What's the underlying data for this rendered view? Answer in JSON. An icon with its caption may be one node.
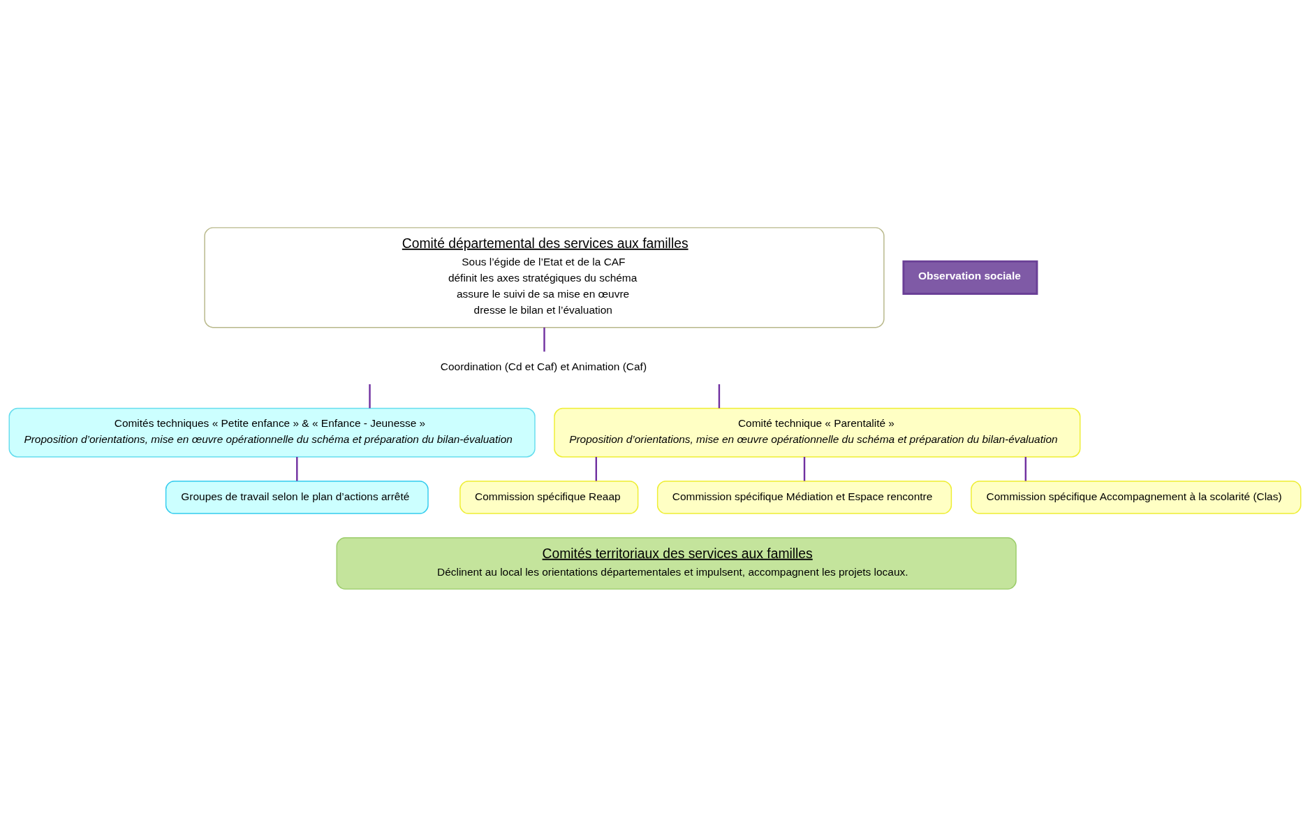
{
  "diagram": {
    "nodes": [
      {
        "text": [
          "Comité départemental des services aux familles",
          "Sous l’égide de l’Etat et de la CAF",
          "définit les axes stratégiques du schéma",
          "assure le suivi de sa mise en œuvre",
          "dresse le bilan et l’évaluation"
        ]
      },
      {
        "text": [
          "Observation sociale"
        ]
      },
      {
        "text": [
          "Coordination (Cd et Caf) et Animation (Caf)"
        ]
      },
      {
        "text": [
          "Comités techniques « Petite enfance » & « Enfance - Jeunesse »",
          "Proposition d’orientations, mise en œuvre opérationnelle du schéma et préparation du bilan-évaluation"
        ]
      },
      {
        "text": [
          "Comité technique « Parentalité »",
          "Proposition d’orientations, mise en œuvre opérationnelle du schéma et préparation du bilan-évaluation"
        ]
      },
      {
        "text": [
          "Groupes de travail selon le plan d’actions arrêté"
        ]
      },
      {
        "text": [
          "Commission spécifique Reaap"
        ]
      },
      {
        "text": [
          "Commission spécifique Médiation et Espace rencontre"
        ]
      },
      {
        "text": [
          "Commission spécifique Accompagnement à la scolarité (Clas)"
        ]
      },
      {
        "text": [
          "Comités territoriaux des services aux familles",
          "Déclinent au local les orientations départementales et impulsent, accompagnent les projets locaux."
        ]
      }
    ],
    "edges": [
      {
        "from": 0,
        "to": 2,
        "arrow": "none"
      },
      {
        "from": 2,
        "to": 3,
        "arrow": "none"
      },
      {
        "from": 2,
        "to": 4,
        "arrow": "none"
      },
      {
        "from": 3,
        "to": 5,
        "arrow": "none"
      },
      {
        "from": 4,
        "to": 6,
        "arrow": "none"
      },
      {
        "from": 4,
        "to": 7,
        "arrow": "none"
      },
      {
        "from": 4,
        "to": 8,
        "arrow": "none"
      }
    ]
  }
}
